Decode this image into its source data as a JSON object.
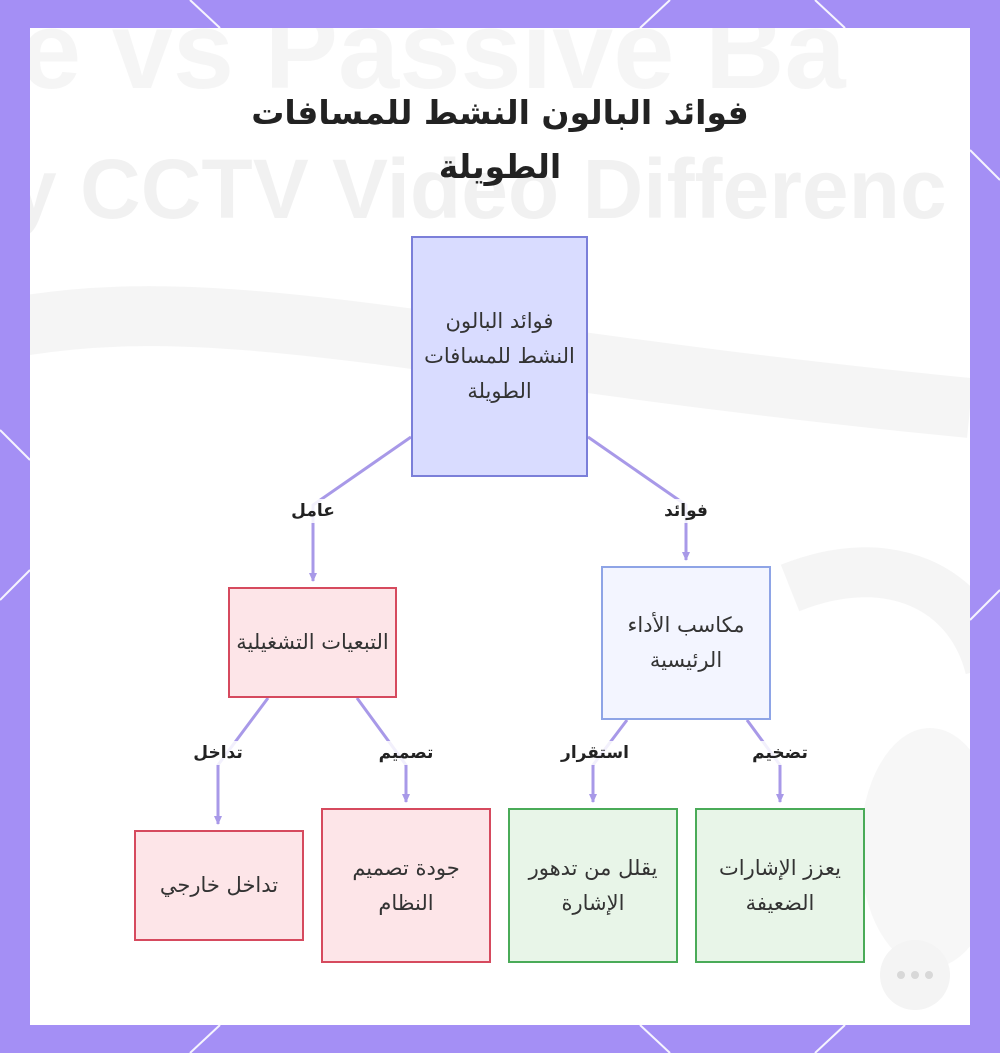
{
  "title": "فوائد البالون النشط للمسافات الطويلة",
  "background_text": {
    "line1": "e vs Passive Ba",
    "line2": "y CCTV Video Differenc"
  },
  "colors": {
    "frame": "#a48ff5",
    "edge": "#a899e8",
    "root_fill": "#d9dcff",
    "root_border": "#7b7fd9",
    "red_fill": "#fde5e8",
    "red_border": "#d64a5e",
    "green_fill": "#e8f5e8",
    "green_border": "#4aab58",
    "blue_fill": "#f3f5ff",
    "blue_border": "#8ea4e6"
  },
  "nodes": {
    "root": "فوائد البالون النشط للمسافات الطويلة",
    "kpi": "مكاسب الأداء الرئيسية",
    "ops": "التبعيات التشغيلية",
    "external": "تداخل خارجي",
    "design": "جودة تصميم النظام",
    "stability": "يقلل من تدهور الإشارة",
    "amplify": "يعزز الإشارات الضعيفة"
  },
  "edges": {
    "benefits": "فوائد",
    "factor": "عامل",
    "interference": "تداخل",
    "design": "تصميم",
    "stability": "استقرار",
    "amplification": "تضخيم"
  }
}
